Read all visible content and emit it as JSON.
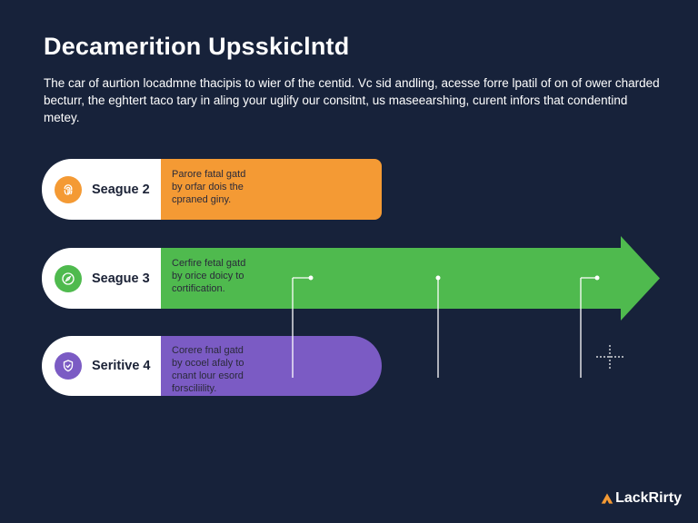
{
  "header": {
    "title": "Decamerition Upsskiclntd",
    "intro_lines": [
      "The car of aurtion locadmne thacipis to wier of the centid. Vc sid andling, acesse forre lpatil of on of ower charded",
      "becturr, the eghtert taco tary in aling your uglify our consitnt, us maseearshing, curent infors that condentind metey."
    ]
  },
  "stages": [
    {
      "label": "Seague 2",
      "icon": "fingerprint-icon",
      "color": "#f49a34",
      "lines": [
        "Parore fatal gatd",
        "by orfar dois the",
        "cpraned giny."
      ]
    },
    {
      "label": "Seague 3",
      "icon": "compass-icon",
      "color": "#4fba4e",
      "lines": [
        "Cerfire fetal gatd",
        "by orice doicy to",
        "cortification."
      ]
    },
    {
      "label": "Seritive 4",
      "icon": "shield-icon",
      "color": "#7b5bc4",
      "lines": [
        "Corere fnal gatd",
        "by ocoel afaly to",
        "cnant lour esord",
        "forsciliility."
      ]
    }
  ],
  "brand": {
    "text": "LackRirty",
    "icon": "arrow-mark-icon"
  }
}
